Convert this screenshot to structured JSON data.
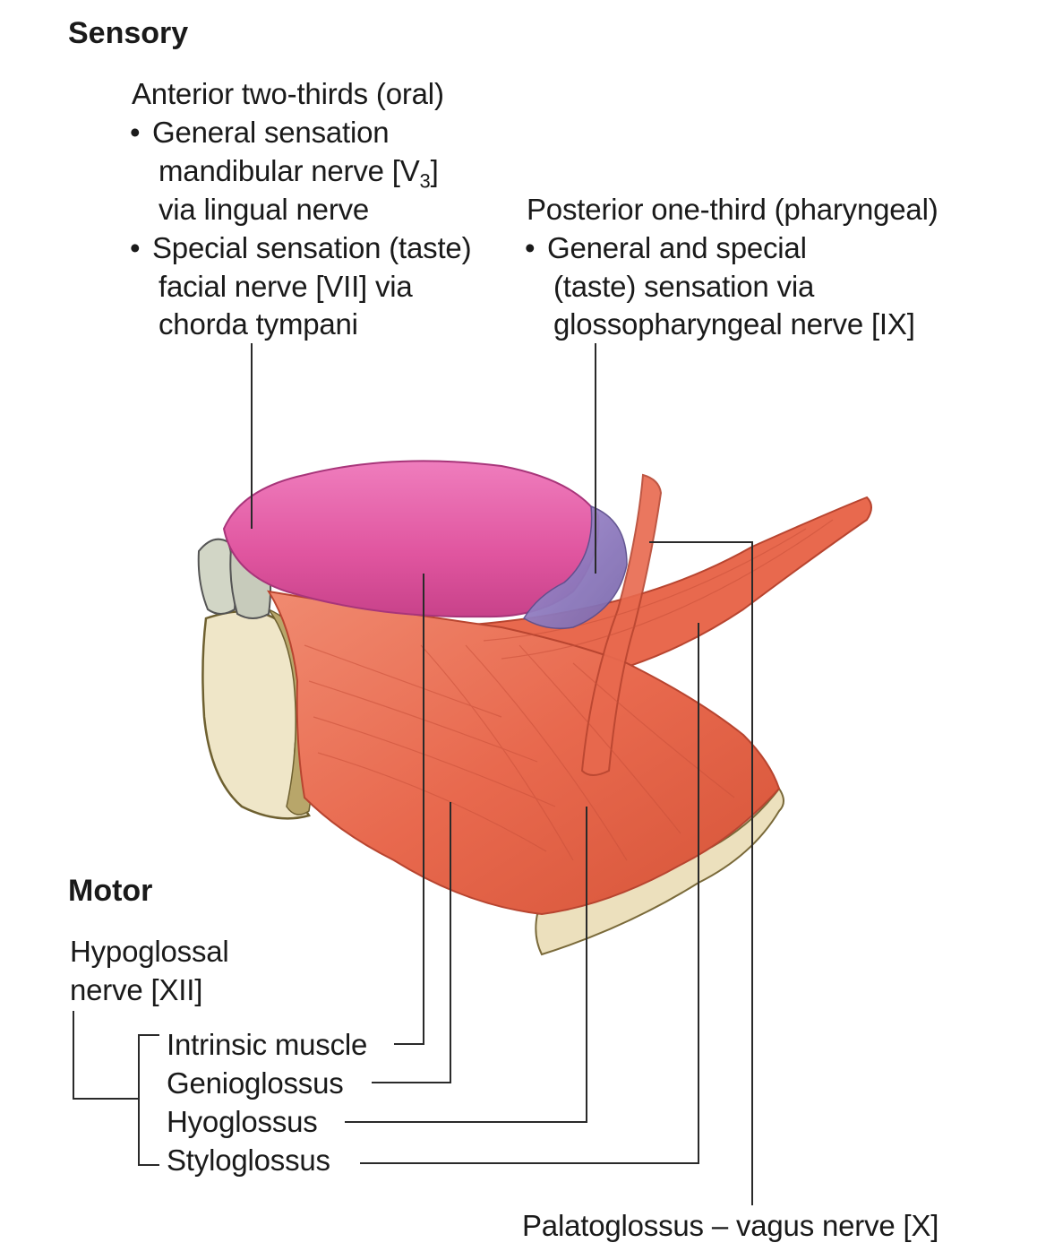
{
  "sensory": {
    "heading": "Sensory",
    "anterior": {
      "title": "Anterior two-thirds (oral)",
      "general_label": "General sensation",
      "general_line1": "mandibular nerve [V",
      "general_sub": "3",
      "general_line1_end": "]",
      "general_line2": "via lingual nerve",
      "special_label": "Special sensation (taste)",
      "special_line1": "facial nerve [VII] via",
      "special_line2": "chorda tympani"
    },
    "posterior": {
      "title": "Posterior one-third (pharyngeal)",
      "line1": "General and special",
      "line2": "(taste) sensation via",
      "line3": "glossopharyngeal nerve [IX]"
    }
  },
  "motor": {
    "heading": "Motor",
    "nerve_line1": "Hypoglossal",
    "nerve_line2": "nerve [XII]",
    "muscles": [
      "Intrinsic muscle",
      "Genioglossus",
      "Hyoglossus",
      "Styloglossus"
    ],
    "palatoglossus": "Palatoglossus – vagus nerve [X]"
  },
  "bullet_glyph": "•",
  "colors": {
    "tongue_surface": "#e0559f",
    "posterior_tongue": "#8f7cc0",
    "muscle": "#e8694e",
    "bone": "#efe6c8",
    "tooth": "#cfd2c2",
    "leader_line": "#2a2a2a"
  }
}
